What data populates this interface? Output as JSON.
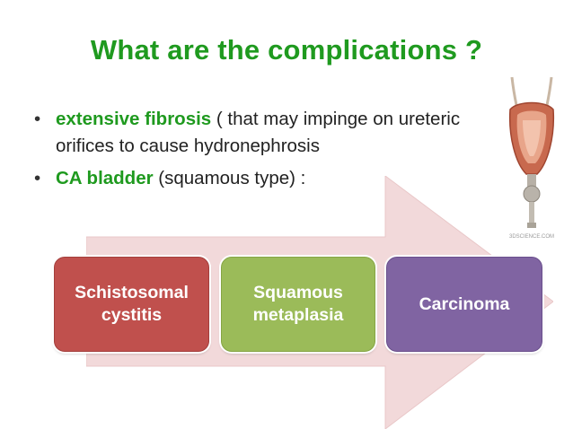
{
  "slide": {
    "title": "What are the complications ?",
    "bullets": [
      {
        "marker": "•",
        "highlight": "extensive fibrosis",
        "rest": " ( that may impinge on ureteric orifices to cause hydronephrosis"
      },
      {
        "marker": "•",
        "highlight": "CA bladder",
        "rest": " (squamous type) :"
      }
    ],
    "image": {
      "icon": "bladder-anatomy-illustration",
      "watermark": "3DSCIENCE.COM"
    },
    "process": {
      "steps": [
        {
          "label": "Schistosomal cystitis"
        },
        {
          "label": "Squamous metaplasia"
        },
        {
          "label": "Carcinoma"
        }
      ]
    }
  },
  "colors": {
    "title": "#1f9a1f",
    "highlight": "#1f9a1f",
    "arrow": "#f2d9da",
    "step1": "#c0504d",
    "step2": "#9bbb59",
    "step3": "#8064a2"
  }
}
